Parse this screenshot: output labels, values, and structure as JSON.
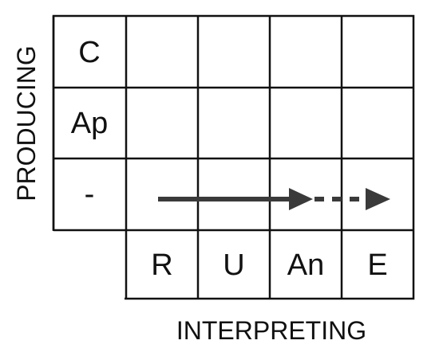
{
  "axes": {
    "y_label": "PRODUCING",
    "x_label": "INTERPRETING"
  },
  "rows": [
    {
      "label": "C"
    },
    {
      "label": "Ap"
    },
    {
      "label": "-"
    }
  ],
  "columns": [
    {
      "label": "R"
    },
    {
      "label": "U"
    },
    {
      "label": "An"
    },
    {
      "label": "E"
    }
  ],
  "arrow": {
    "solid_segment": "R to An",
    "dashed_segment": "An to E"
  },
  "colors": {
    "line": "#111111",
    "arrow": "#3a3a3a",
    "background": "#ffffff"
  }
}
